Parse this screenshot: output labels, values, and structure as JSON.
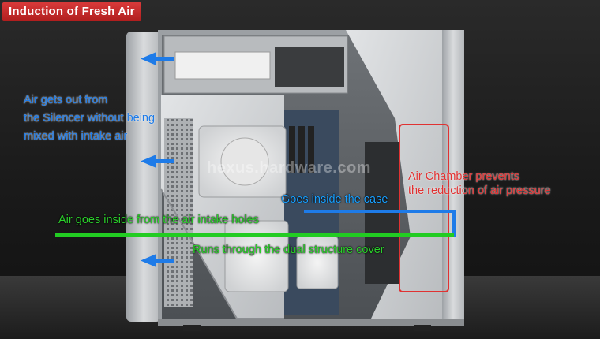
{
  "title": "Induction of Fresh Air",
  "watermark": "hexus.hardware.com",
  "annotations": {
    "exhaust": [
      "Air gets out from",
      "the Silencer without being",
      "mixed with intake air"
    ],
    "inside_case": "Goes inside the case",
    "chamber": [
      "Air Chamber prevents",
      "the reduction of air pressure"
    ],
    "intake": "Air goes inside from the air intake holes",
    "dual_cover": "Runs through the dual structure cover"
  },
  "colors": {
    "title_bg": "#c62828",
    "exhaust_blue": "#1e7be8",
    "intake_green": "#22cc22",
    "chamber_red": "#e03232",
    "case_silver": "#c8cacc"
  }
}
